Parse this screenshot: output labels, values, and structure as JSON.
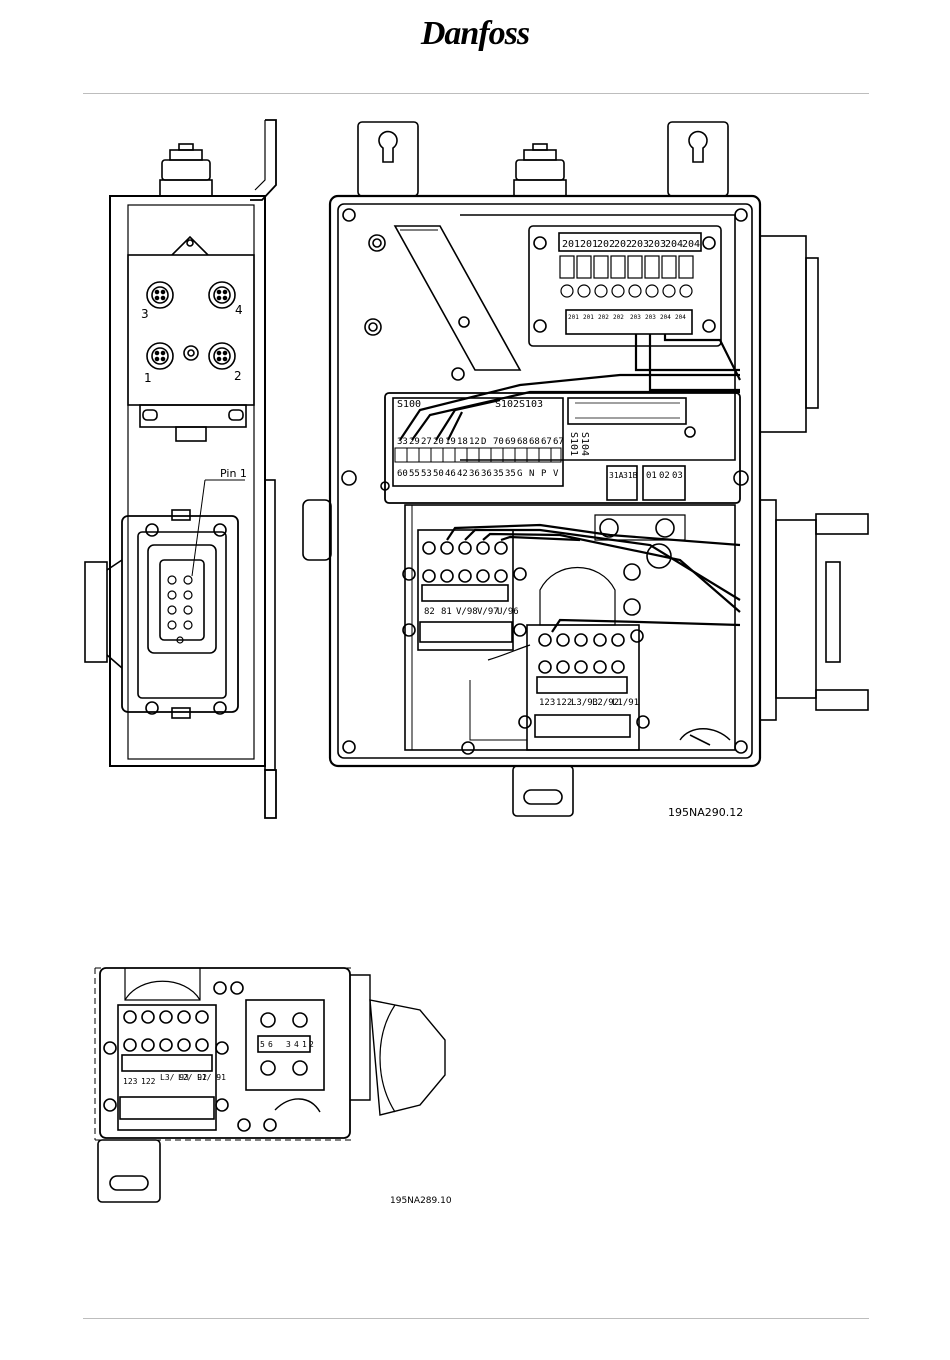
{
  "brand": {
    "logo_text": "Danfoss"
  },
  "figure_main": {
    "code": "195NA290.12",
    "side_view": {
      "connector_labels": [
        "1",
        "2",
        "3",
        "4"
      ],
      "pin_label": "Pin 1"
    },
    "top_terminals_upper": [
      "201",
      "201",
      "202",
      "202",
      "203",
      "203",
      "204",
      "204"
    ],
    "top_terminals_lower": [
      "201",
      "201",
      "202",
      "202",
      "203",
      "203",
      "204",
      "204"
    ],
    "switches": [
      "S100",
      "S102",
      "S103",
      "S104",
      "S101"
    ],
    "control_terminals_upper": [
      "33",
      "29",
      "27",
      "20",
      "19",
      "18",
      "12",
      "D",
      "70",
      "69",
      "68",
      "68",
      "67",
      "67"
    ],
    "control_terminals_lower": [
      "60",
      "55",
      "53",
      "50",
      "46",
      "42",
      "36",
      "36",
      "35",
      "35",
      "G",
      "N",
      "P",
      "V"
    ],
    "relay_terminals": [
      "31A",
      "31B"
    ],
    "relay_outputs": [
      "01",
      "02",
      "03"
    ],
    "motor_terminals": [
      "82",
      "81",
      "V/98",
      "V/97",
      "U/96"
    ],
    "mains_terminals": [
      "123",
      "122",
      "L3/93",
      "L2/92",
      "L1/91"
    ]
  },
  "figure_detail": {
    "code": "195NA289.10",
    "mains_terminals": [
      "123",
      "122",
      "L3/\n93",
      "L2/\n92",
      "L1/\n91"
    ],
    "switch_labels": [
      "5",
      "6",
      "3",
      "4",
      "1",
      "2"
    ]
  }
}
